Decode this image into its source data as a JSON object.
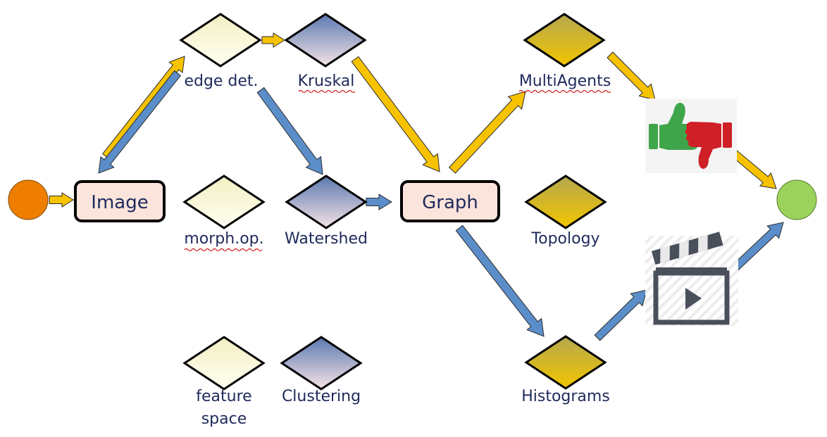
{
  "colors": {
    "start_node": "#ef7d00",
    "end_node": "#9bd25c",
    "box_fill": "#fbe4dc",
    "box_border": "#000000",
    "label_text": "#1f2a5c",
    "arrow_yellow": "#f7c300",
    "arrow_blue": "#5b8ec9",
    "diamond_light_top": "#f5f0c8",
    "diamond_light_bottom": "#fffff0",
    "diamond_blue_top": "#5f7db3",
    "diamond_blue_bottom": "#f3e1e4",
    "diamond_gold_top": "#b9a645",
    "diamond_gold_bottom": "#f0c400",
    "thumb_up": "#3ea54a",
    "thumb_down": "#cf1f27",
    "clapper": "#4a4f5c"
  },
  "nodes": {
    "image": "Image",
    "graph": "Graph"
  },
  "labels": {
    "edge_det": "edge det.",
    "kruskal": "Kruskal",
    "morph_op": "morph.op.",
    "watershed": "Watershed",
    "feature_space_line1": "feature",
    "feature_space_line2": "space",
    "clustering": "Clustering",
    "multiagents": "MultiAgents",
    "topology": "Topology",
    "histograms": "Histograms"
  },
  "icons": {
    "thumbs": "thumbs-up-down-icon",
    "video": "video-clapperboard-icon"
  }
}
